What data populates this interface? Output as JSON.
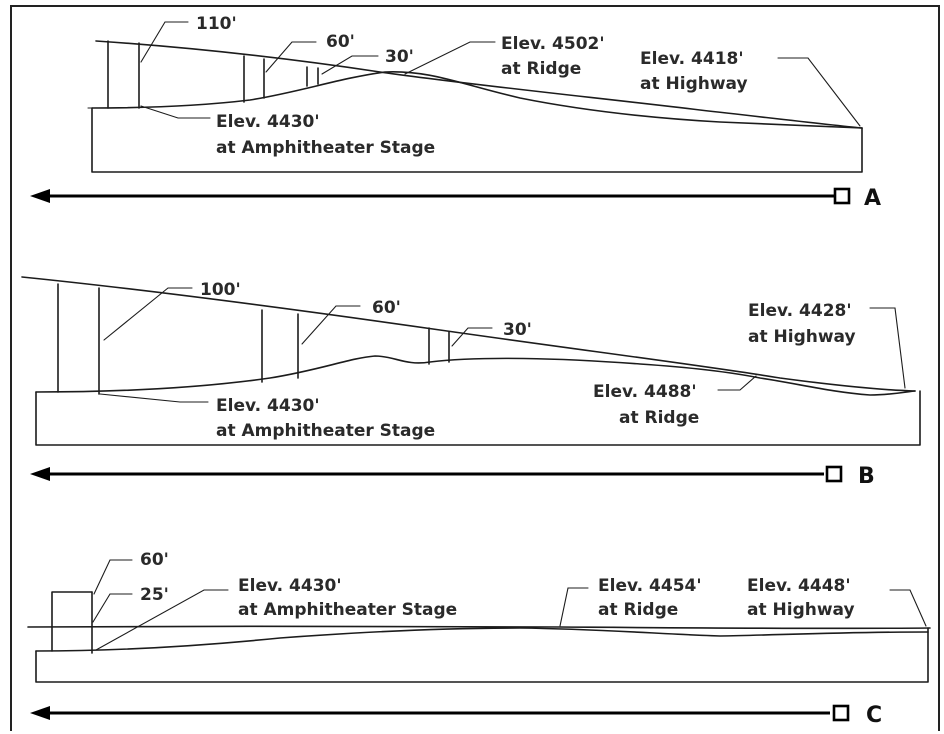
{
  "sections": [
    {
      "letter": "A",
      "heights": [
        "110'",
        "60'",
        "30'"
      ],
      "ridge": {
        "elev": "Elev. 4502'",
        "sub": "at Ridge"
      },
      "highway": {
        "elev": "Elev. 4418'",
        "sub": "at Highway"
      },
      "stage": {
        "elev": "Elev. 4430'",
        "sub": "at Amphitheater Stage"
      }
    },
    {
      "letter": "B",
      "heights": [
        "100'",
        "60'",
        "30'"
      ],
      "ridge": {
        "elev": "Elev. 4488'",
        "sub": "at Ridge"
      },
      "highway": {
        "elev": "Elev. 4428'",
        "sub": "at Highway"
      },
      "stage": {
        "elev": "Elev. 4430'",
        "sub": "at Amphitheater Stage"
      }
    },
    {
      "letter": "C",
      "heights": [
        "60'",
        "25'"
      ],
      "ridge": {
        "elev": "Elev. 4454'",
        "sub": "at Ridge"
      },
      "highway": {
        "elev": "Elev. 4448'",
        "sub": "at Highway"
      },
      "stage": {
        "elev": "Elev. 4430'",
        "sub": "at Amphitheater Stage"
      }
    }
  ]
}
